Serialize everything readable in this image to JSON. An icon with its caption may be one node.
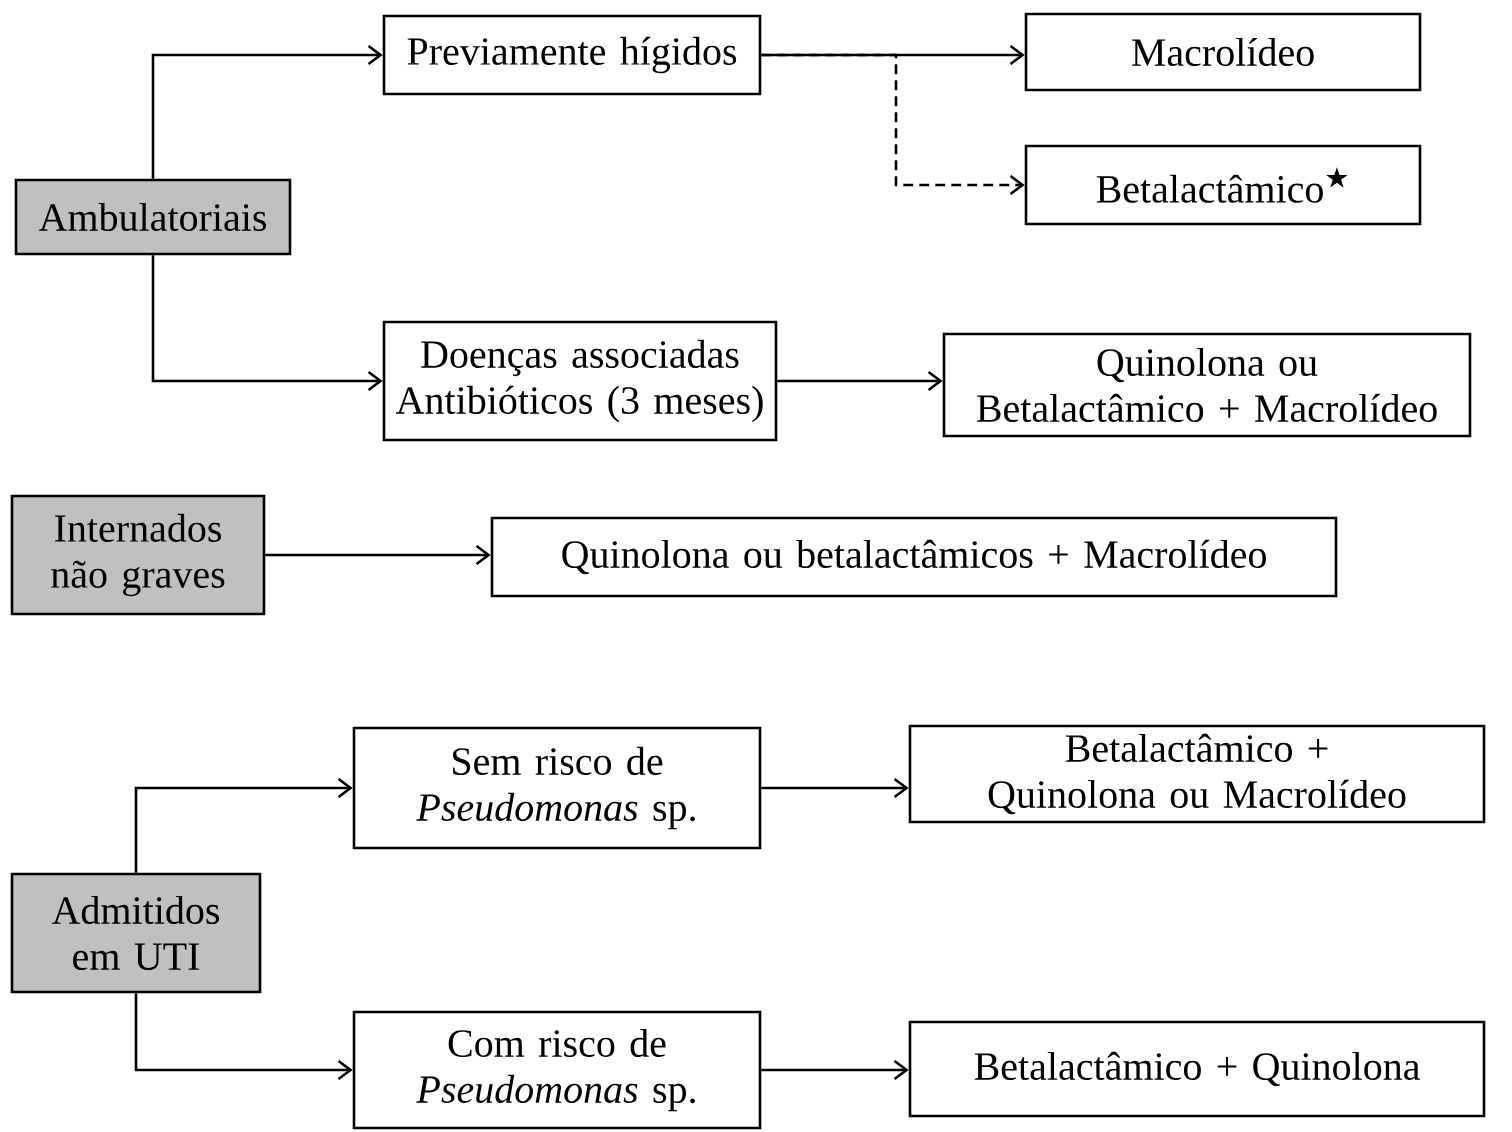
{
  "diagram": {
    "nodes": [
      {
        "text": [
          "Ambulatoriais"
        ]
      },
      {
        "text": [
          "Previamente hígidos"
        ]
      },
      {
        "text": [
          "Macrolídeo"
        ]
      },
      {
        "text": [
          "Betalactâmico$^{★}$"
        ]
      },
      {
        "text": [
          "Doenças associadas Antibióticos (3 meses)"
        ]
      },
      {
        "text": [
          "Quinolona ou Betalactâmico + Macrolídeo"
        ]
      },
      {
        "text": [
          "Internados não graves"
        ]
      },
      {
        "text": [
          "Quinolona ou betalactâmicos + Macrolídeo"
        ]
      },
      {
        "text": [
          "Admitidos em UTI"
        ]
      },
      {
        "text": [
          "Sem risco de *Pseudomonas* sp."
        ]
      },
      {
        "text": [
          "Betalactâmico + Quinolona ou Macrolídeo"
        ]
      },
      {
        "text": [
          "Com risco de *Pseudomonas* sp."
        ]
      },
      {
        "text": [
          "Betalactâmico + Quinolona"
        ]
      }
    ],
    "edges": [
      {
        "from": 0,
        "to": 1,
        "arrow": "to"
      },
      {
        "from": 0,
        "to": 4,
        "arrow": "to"
      },
      {
        "from": 1,
        "to": 2,
        "arrow": "to"
      },
      {
        "from": 1,
        "to": 3,
        "arrow": "to",
        "style": "dashed"
      },
      {
        "from": 4,
        "to": 5,
        "arrow": "to"
      },
      {
        "from": 6,
        "to": 7,
        "arrow": "to"
      },
      {
        "from": 8,
        "to": 9,
        "arrow": "to"
      },
      {
        "from": 8,
        "to": 11,
        "arrow": "to"
      },
      {
        "from": 9,
        "to": 10,
        "arrow": "to"
      },
      {
        "from": 11,
        "to": 12,
        "arrow": "to"
      }
    ]
  }
}
